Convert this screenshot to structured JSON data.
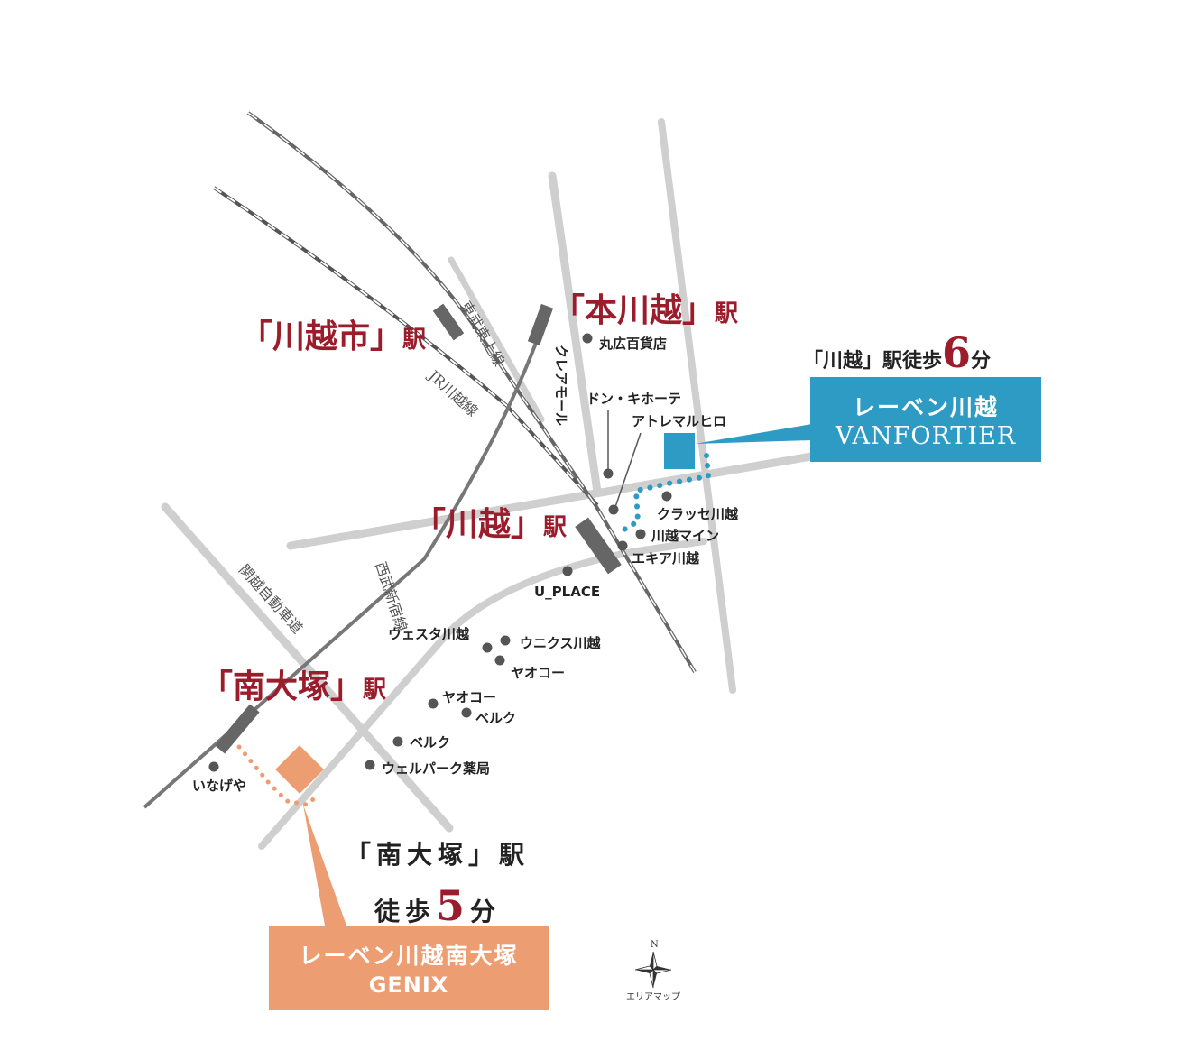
{
  "stations": {
    "hon_kawagoe": {
      "name": "「本川越」",
      "suffix": "駅"
    },
    "kawagoeshi": {
      "name": "「川越市」",
      "suffix": "駅"
    },
    "kawagoe": {
      "name": "「川越」",
      "suffix": "駅"
    },
    "minami_otsuka": {
      "name": "「南大塚」",
      "suffix": "駅"
    }
  },
  "lines": {
    "tobu_tojo": "東武東上線",
    "jr_kawagoe": "JR川越線",
    "seibu_shinjuku": "西武新宿線",
    "kan_etsu": "関越自動車道",
    "crea_mall": "クレアモール"
  },
  "pois": {
    "marukou": "丸広百貨店",
    "donki": "ドン・キホーテ",
    "atre": "アトレマルヒロ",
    "classe": "クラッセ川越",
    "kawagoe_mine": "川越マイン",
    "ekia": "エキア川越",
    "uplace": "U_PLACE",
    "westa": "ウェスタ川越",
    "unicus": "ウニクス川越",
    "yaoko1": "ヤオコー",
    "yaoko2": "ヤオコー",
    "belc1": "ベルク",
    "belc2": "ベルク",
    "welpark": "ウェルパーク薬局",
    "inageya": "いなげや"
  },
  "properties": {
    "vanfortier": {
      "walk_prefix": "「川越」駅徒歩",
      "walk_minutes": "6",
      "walk_unit": "分",
      "name_line1": "レーベン川越",
      "name_line2": "VANFORTIER",
      "color": "#2e9bc4"
    },
    "genix": {
      "walk_line1": "「南大塚」駅",
      "walk_prefix": "徒歩",
      "walk_minutes": "5",
      "walk_unit": "分",
      "name_line1": "レーベン川越南大塚",
      "name_line2": "GENIX",
      "color": "#ed9d72"
    }
  },
  "compass": {
    "north": "N",
    "label": "エリアマップ"
  },
  "colors": {
    "station_text": "#9b1c2b",
    "road": "#cfcfcf",
    "rail": "#666666"
  }
}
